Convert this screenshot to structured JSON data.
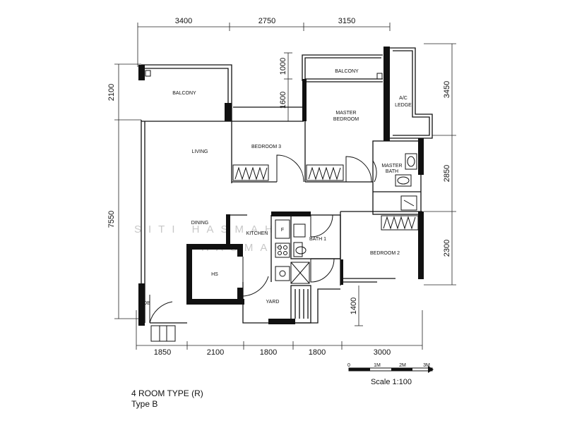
{
  "plan": {
    "dims_top": [
      "3400",
      "2750",
      "3150"
    ],
    "dims_bottom": [
      "1850",
      "2100",
      "1800",
      "1800",
      "3000"
    ],
    "dims_left": [
      "2100",
      "7550"
    ],
    "dims_right": [
      "3450",
      "2850",
      "2300"
    ],
    "dims_inner": [
      "1000",
      "1600",
      "1400"
    ],
    "rooms": {
      "balcony_left": "BALCONY",
      "balcony_right": "BALCONY",
      "ac_ledge_1": "A/C",
      "ac_ledge_2": "LEDGE",
      "master_bedroom_1": "MASTER",
      "master_bedroom_2": "BEDROOM",
      "living": "LIVING",
      "bedroom3": "BEDROOM 3",
      "master_bath_1": "MASTER",
      "master_bath_2": "BATH",
      "dining": "DINING",
      "kitchen": "KITCHEN",
      "fridge": "F",
      "bath1": "BATH 1",
      "bedroom2": "BEDROOM 2",
      "hs": "HS",
      "yard": "YARD",
      "db": "DB"
    },
    "watermark_1": "SITI HASMAH",
    "watermark_2": "HASMAH"
  },
  "scale": {
    "ticks": [
      "0",
      "1M",
      "2M",
      "3M"
    ],
    "label": "Scale 1:100"
  },
  "caption": {
    "line1": "4 ROOM TYPE (R)",
    "line2": "Type B"
  }
}
